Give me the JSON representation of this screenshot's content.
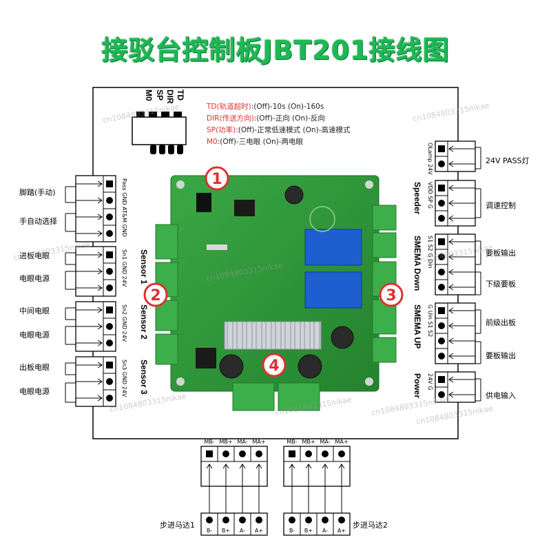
{
  "title": "接驳台控制板JBT201接线图",
  "dip": {
    "labels": [
      "TD",
      "DIR",
      "SP",
      "M0"
    ],
    "notes": [
      {
        "key": "TD(轨道超时)",
        "val": ":(Off)-10s (On)-160s"
      },
      {
        "key": "DIR(传送方向)",
        "val": ":(Off)-正向 (On)-反向"
      },
      {
        "key": "SP(功率)",
        "val": ":(Off)-正常低速模式 (On)-高速模式"
      },
      {
        "key": "M0",
        "val": ":(Off)-三电眼 (On)-两电眼"
      }
    ]
  },
  "left": {
    "connectors": [
      {
        "pins": [
          "Pass",
          "GND",
          "AT&M",
          "GND"
        ],
        "name": ""
      },
      {
        "pins": [
          "Sn1",
          "GND",
          "24V"
        ],
        "name": "Sensor 1"
      },
      {
        "pins": [
          "Sn2",
          "GND",
          "24V"
        ],
        "name": "Sensor 2"
      },
      {
        "pins": [
          "Sn3",
          "GND",
          "24V"
        ],
        "name": "Sensor 3"
      }
    ],
    "labels": [
      "脚踏(手动)",
      "手自动选择",
      "进板电眼",
      "电眼电源",
      "中间电眼",
      "电眼电源",
      "出板电眼",
      "电眼电源"
    ]
  },
  "right": {
    "connectors": [
      {
        "pins": [
          "OLamp",
          "24V"
        ],
        "name": ""
      },
      {
        "pins": [
          "VDD",
          "SP",
          "G"
        ],
        "name": "Speeder"
      },
      {
        "pins": [
          "S1",
          "S2",
          "G",
          "Din"
        ],
        "name": "SMEMA Down"
      },
      {
        "pins": [
          "G",
          "Uin",
          "S1",
          "S2"
        ],
        "name": "SMEMA UP"
      },
      {
        "pins": [
          "24V",
          "G"
        ],
        "name": "Power"
      }
    ],
    "labels": [
      "24V PASS灯",
      "调速控制",
      "要板输出",
      "下级要板",
      "前级出板",
      "要板输出",
      "供电输入"
    ]
  },
  "bottom": {
    "motors": [
      {
        "pins": [
          "MB-",
          "MB+",
          "MA-",
          "MA+"
        ],
        "coils": [
          "B-",
          "B+",
          "A-",
          "A+"
        ],
        "label": "步进马达1"
      },
      {
        "pins": [
          "MB-",
          "MB+",
          "MA-",
          "MA+"
        ],
        "coils": [
          "B-",
          "B+",
          "A-",
          "A+"
        ],
        "label": "步进马达2"
      }
    ]
  },
  "markers": [
    "1",
    "2",
    "3",
    "4"
  ],
  "watermark": "cn1084803315nikae",
  "colors": {
    "title": "#1db954",
    "pcb": "#2f9a3a",
    "terminal": "#3cae4a",
    "marker": "#e03030"
  }
}
